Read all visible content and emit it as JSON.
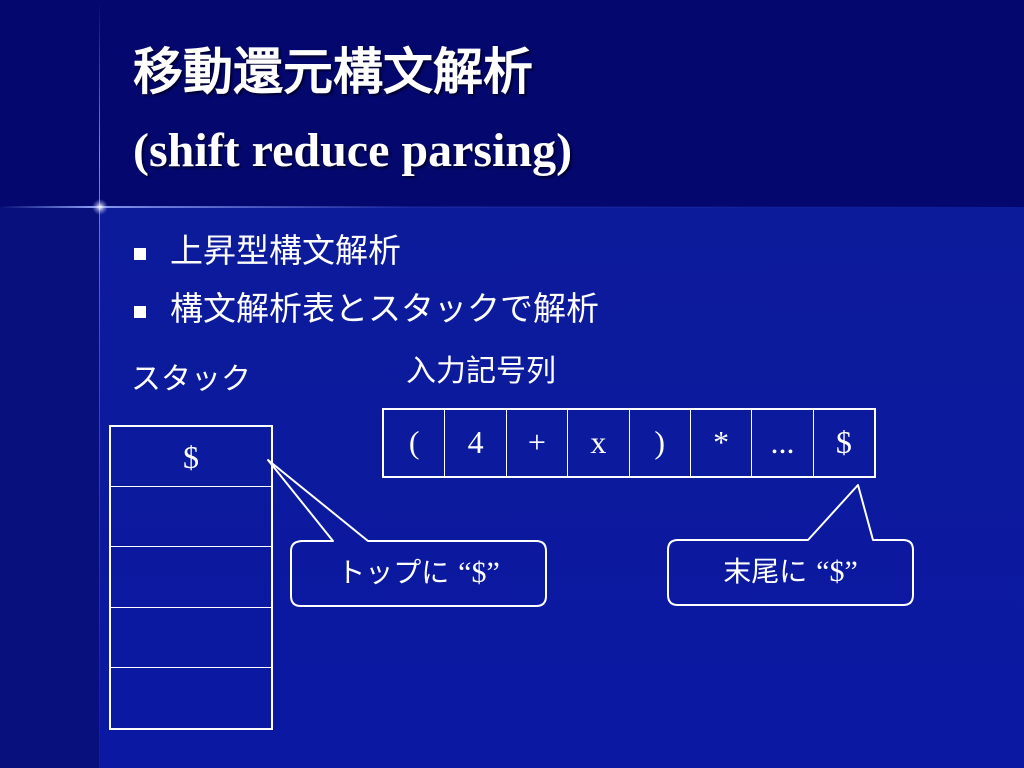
{
  "slide": {
    "title": "移動還元構文解析",
    "subtitle": "(shift reduce parsing)",
    "bullets": [
      "上昇型構文解析",
      "構文解析表とスタックで解析"
    ],
    "stack_label": "スタック",
    "input_label": "入力記号列",
    "stack_cells": [
      "$",
      "",
      "",
      "",
      ""
    ],
    "input_symbols": [
      "(",
      "4",
      "+",
      "x",
      ")",
      "*",
      "...",
      "$"
    ],
    "callout_top": {
      "text": "トップに ",
      "quoted": "“$”"
    },
    "callout_end": {
      "text": "末尾に ",
      "quoted": "“$”"
    }
  },
  "colors": {
    "header_bg": "#04086e",
    "body_bg": "#0b18a2",
    "text": "#ffffff"
  }
}
